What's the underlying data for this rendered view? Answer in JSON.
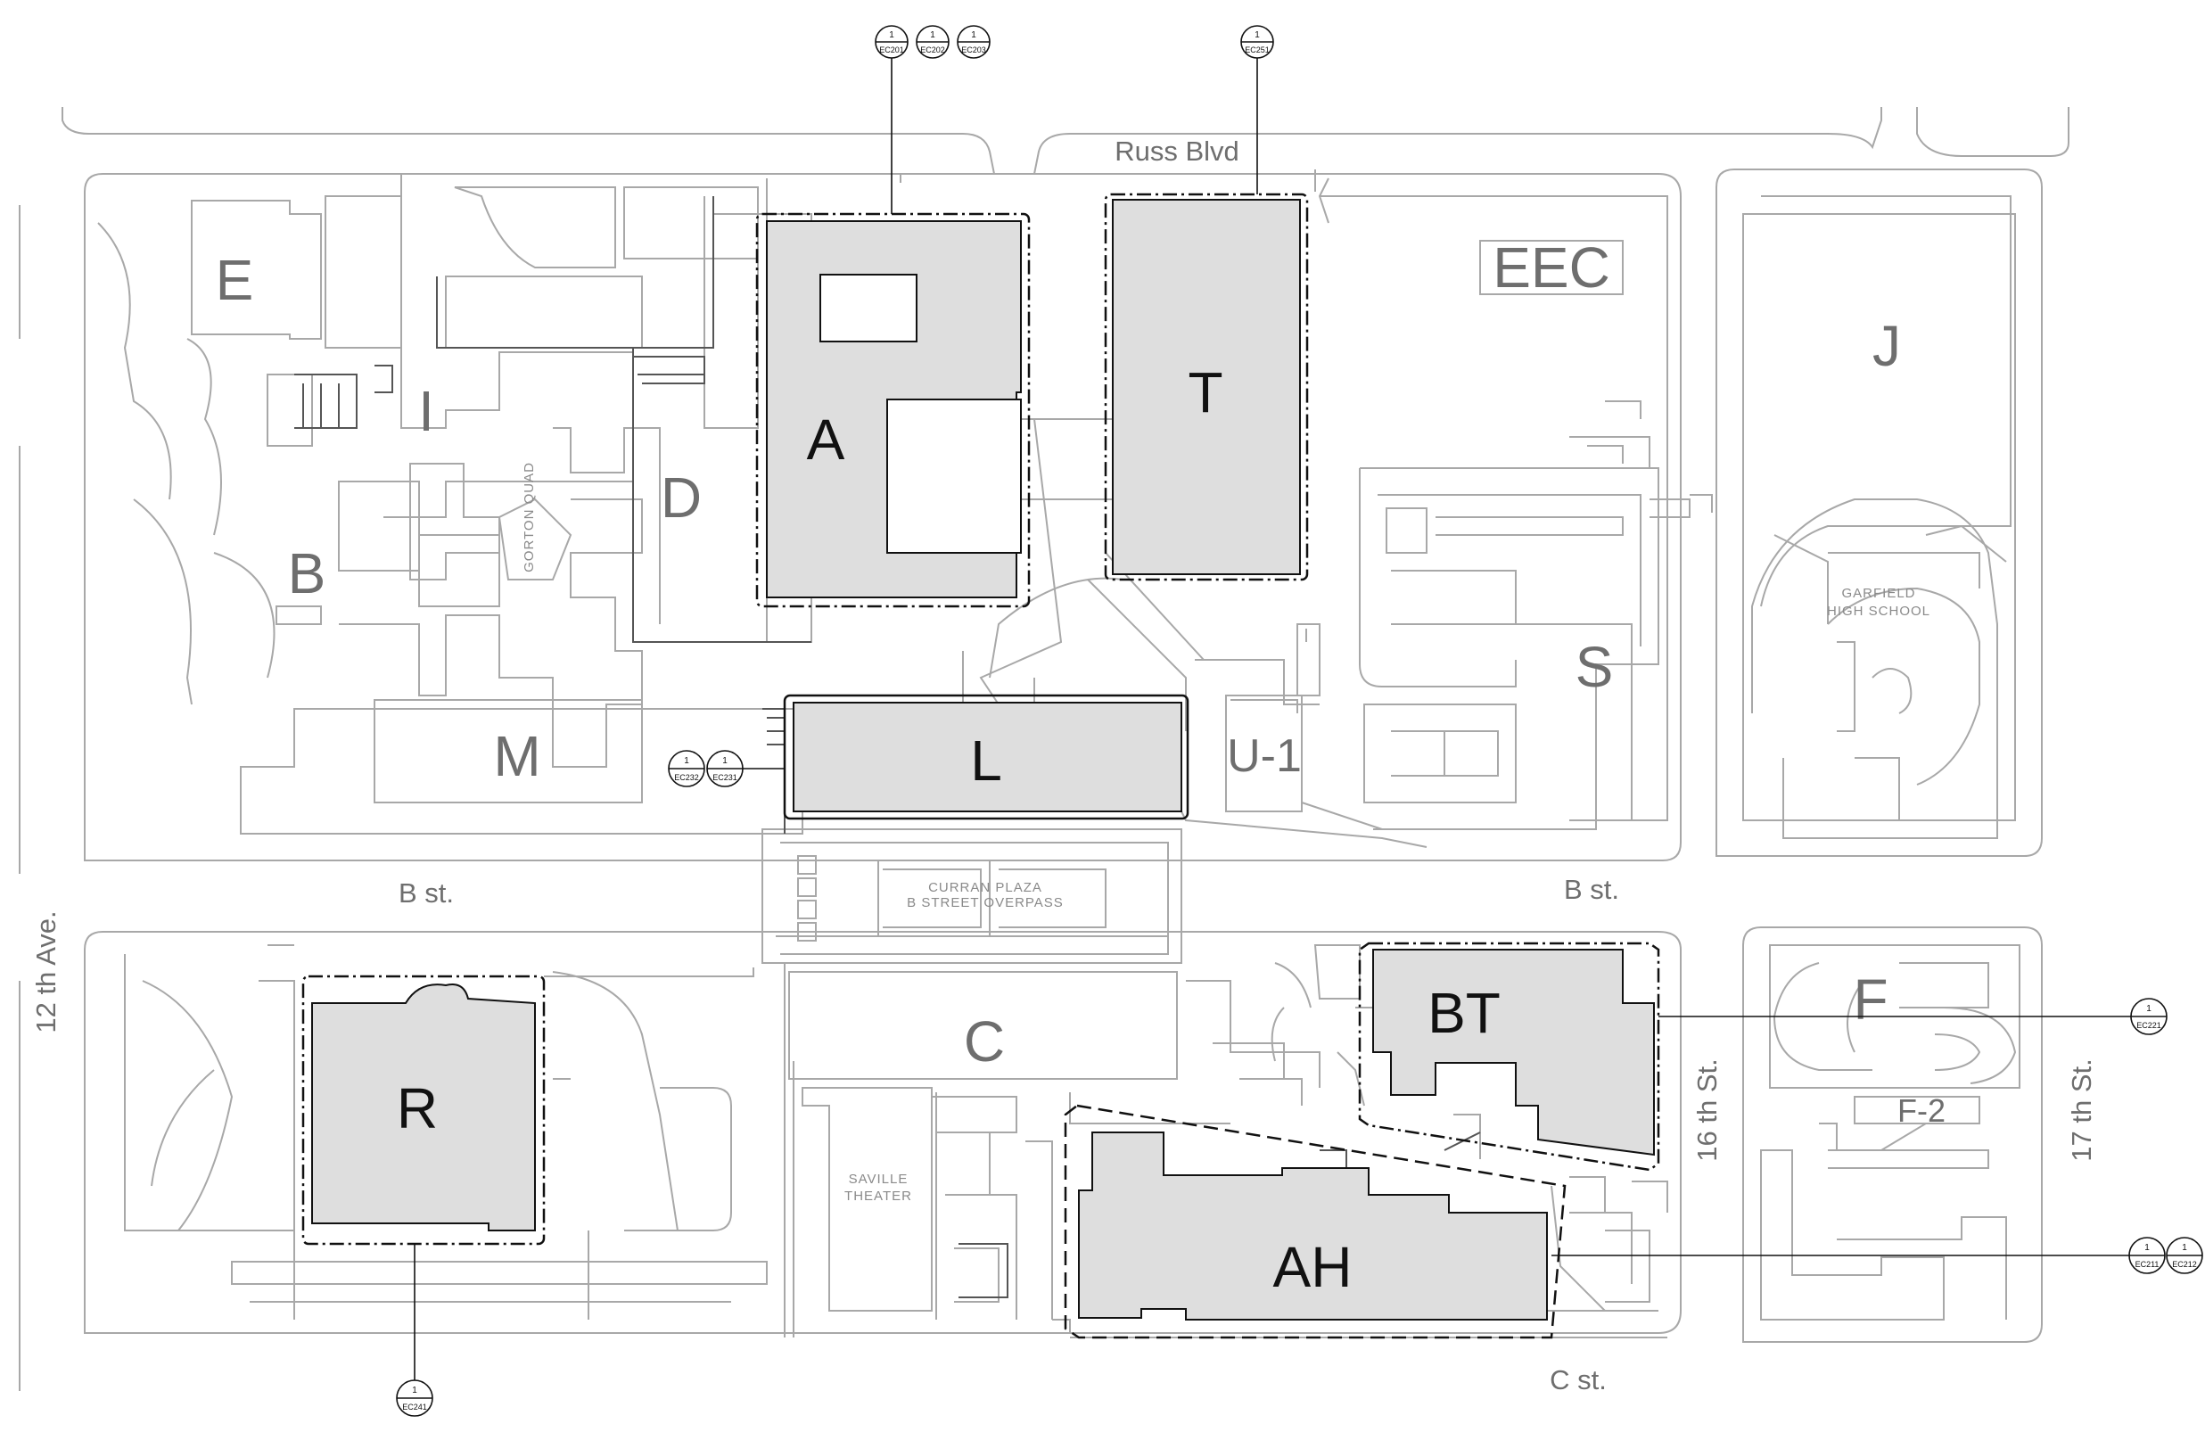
{
  "map": {
    "streets": {
      "russ_blvd": "Russ Blvd",
      "b_st_left": "B st.",
      "b_st_right": "B st.",
      "c_st": "C st.",
      "ave_12": "12 th Ave.",
      "st_16": "16 th St.",
      "st_17": "17 th St."
    },
    "buildings": {
      "highlighted": {
        "A": "A",
        "T": "T",
        "L": "L",
        "R": "R",
        "BT": "BT",
        "AH": "AH"
      },
      "other": {
        "E": "E",
        "I": "I",
        "B": "B",
        "D": "D",
        "M": "M",
        "EEC": "EEC",
        "J": "J",
        "S": "S",
        "U1": "U-1",
        "C": "C",
        "F": "F",
        "F2": "F-2"
      }
    },
    "notes": {
      "gorton_quad": "GORTON QUAD",
      "garfield_line1": "GARFIELD",
      "garfield_line2": "HIGH SCHOOL",
      "curran_line1": "CURRAN PLAZA",
      "curran_line2": "B STREET OVERPASS",
      "saville_line1": "SAVILLE",
      "saville_line2": "THEATER"
    },
    "callouts": {
      "ec201": {
        "num": "1",
        "code": "EC201"
      },
      "ec202": {
        "num": "1",
        "code": "EC202"
      },
      "ec203": {
        "num": "1",
        "code": "EC203"
      },
      "ec251": {
        "num": "1",
        "code": "EC251"
      },
      "ec232": {
        "num": "1",
        "code": "EC232"
      },
      "ec231": {
        "num": "1",
        "code": "EC231"
      },
      "ec221": {
        "num": "1",
        "code": "EC221"
      },
      "ec211": {
        "num": "1",
        "code": "EC211"
      },
      "ec212": {
        "num": "1",
        "code": "EC212"
      },
      "ec241": {
        "num": "1",
        "code": "EC241"
      }
    },
    "colors": {
      "highlight_fill": "#dedede",
      "outline": "#111111",
      "line_gray": "#9a9a9a",
      "label_gray": "#6e6e6e"
    }
  }
}
